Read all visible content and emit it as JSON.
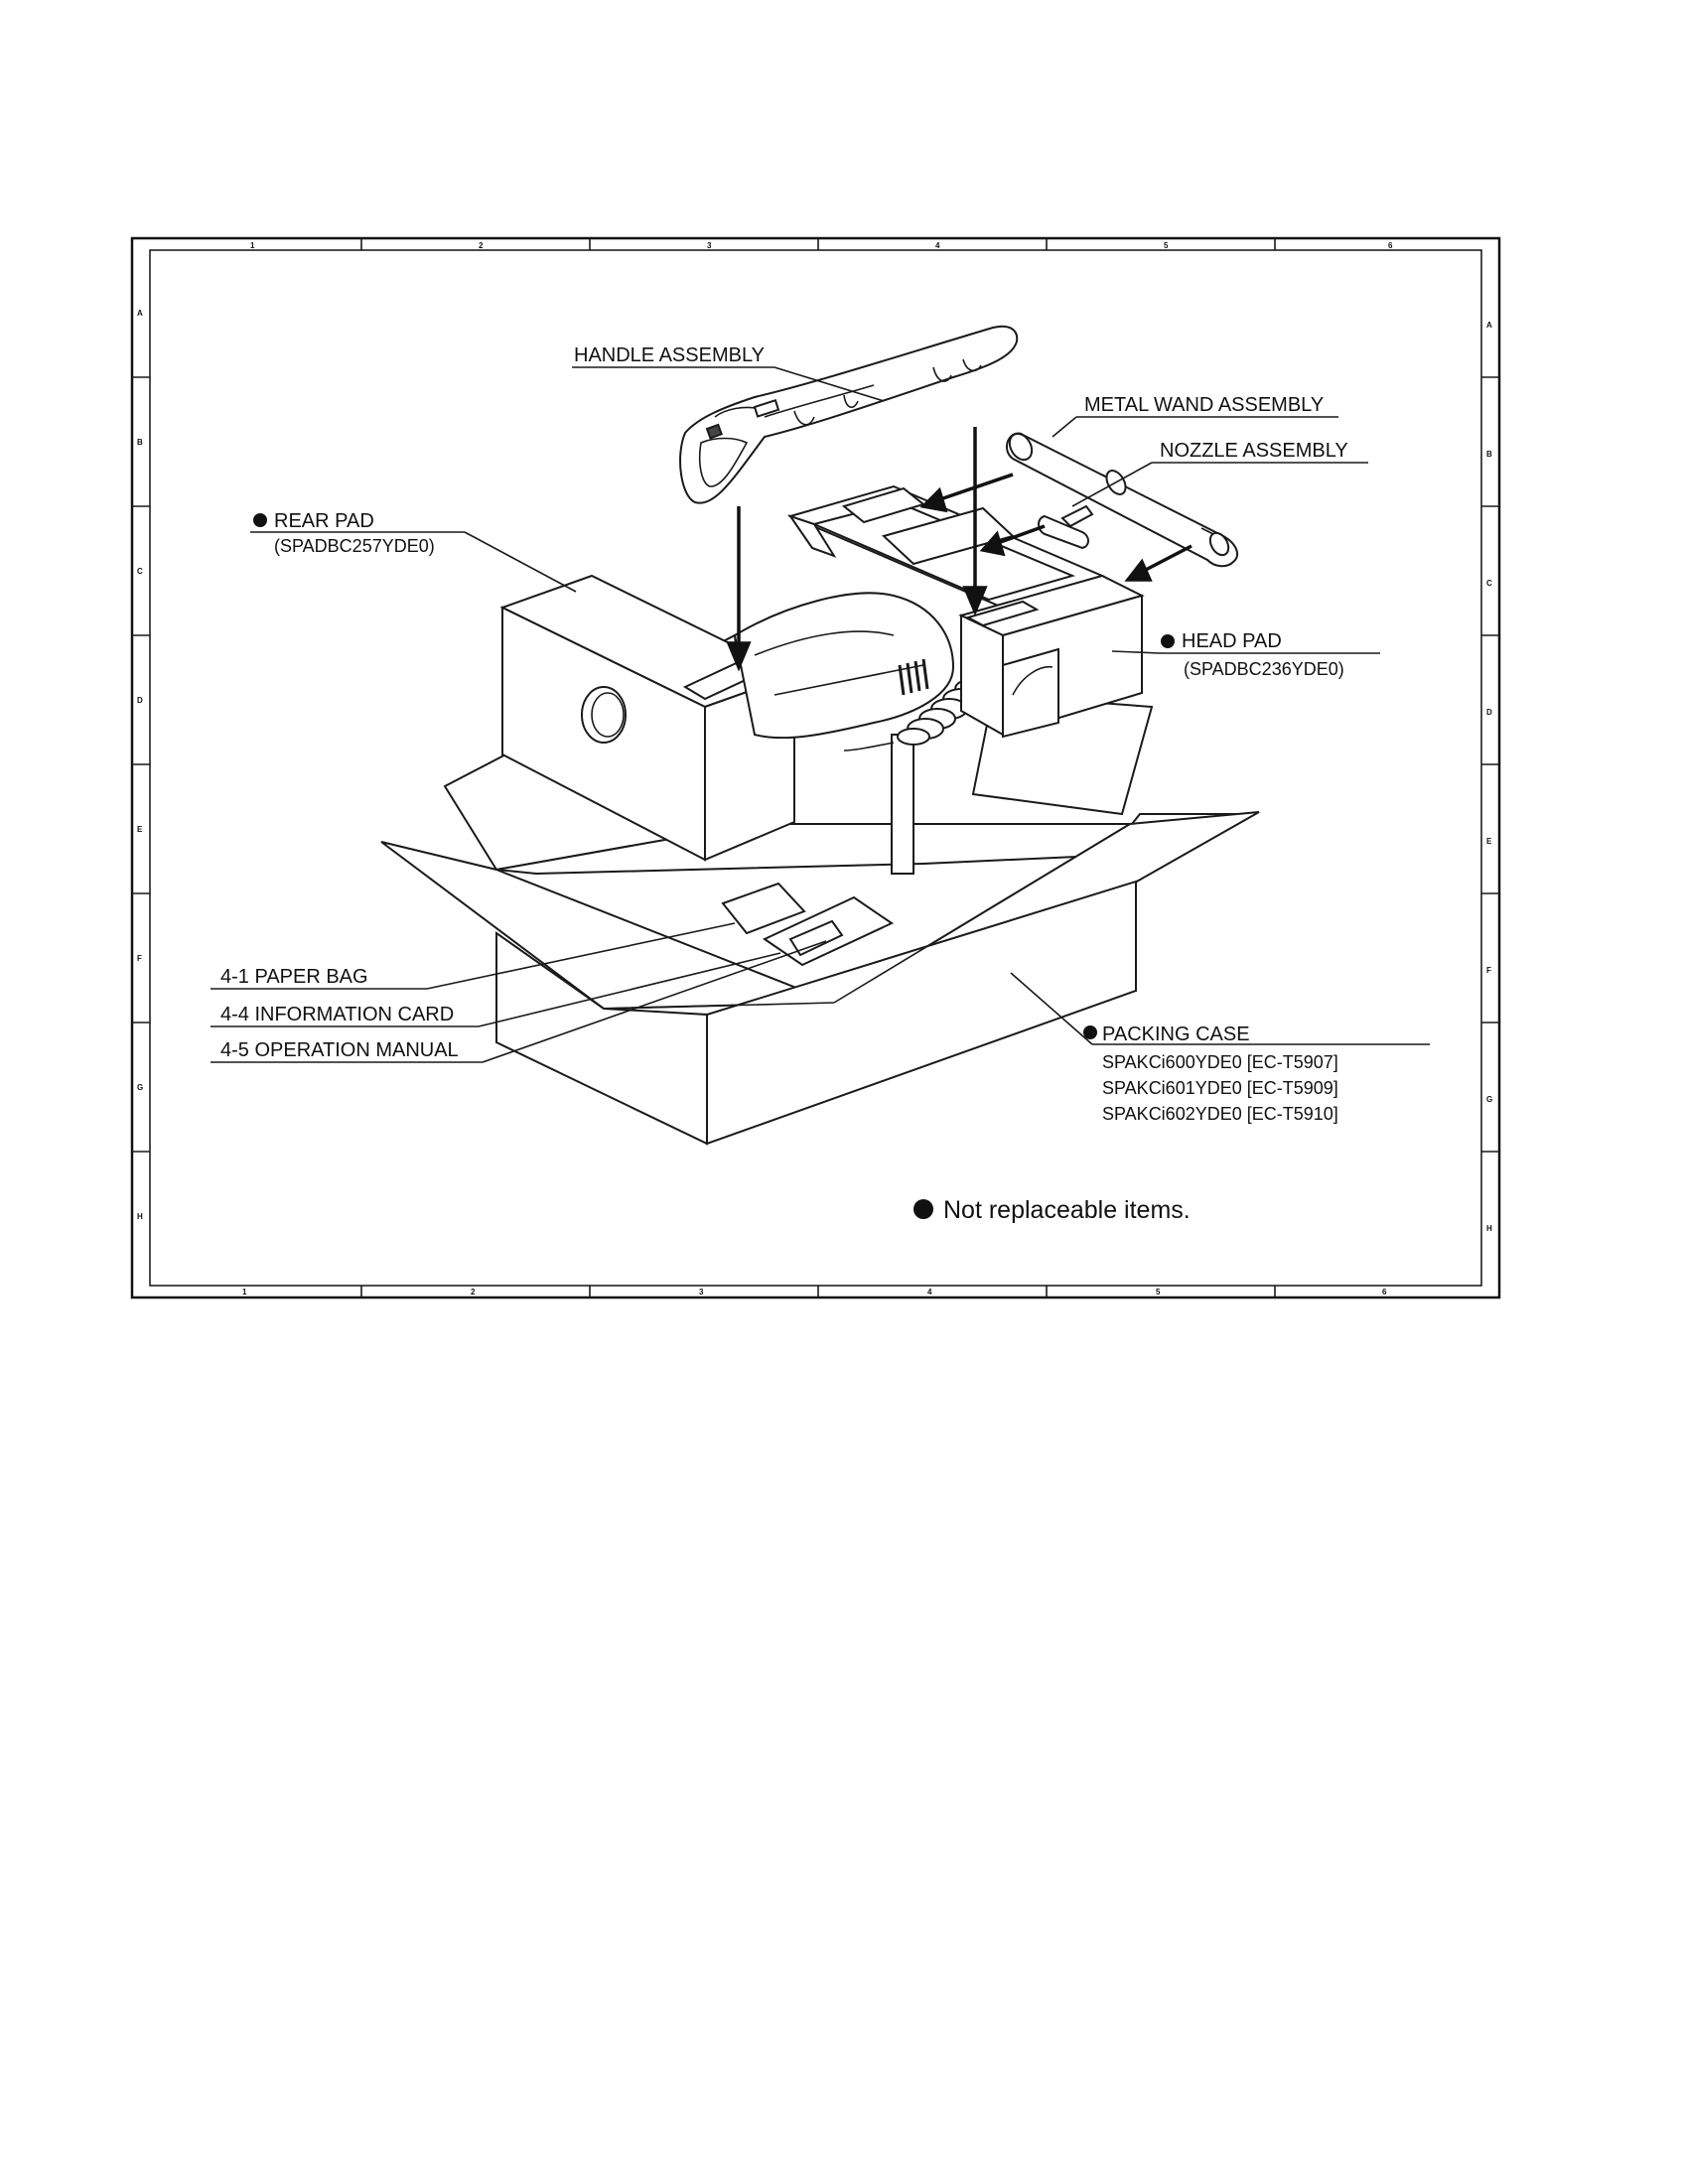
{
  "labels": {
    "handle_assembly": "HANDLE ASSEMBLY",
    "metal_wand_assembly": "METAL WAND ASSEMBLY",
    "nozzle_assembly": "NOZZLE ASSEMBLY",
    "rear_pad": "REAR PAD",
    "rear_pad_code": "(SPADBC257YDE0)",
    "head_pad": "HEAD PAD",
    "head_pad_code": "(SPADBC236YDE0)",
    "paper_bag": "4-1 PAPER BAG",
    "information_card": "4-4 INFORMATION CARD",
    "operation_manual": "4-5 OPERATION MANUAL",
    "packing_case": "PACKING CASE",
    "packing_case_codes": [
      "SPAKCi600YDE0 [EC-T5907]",
      "SPAKCi601YDE0 [EC-T5909]",
      "SPAKCi602YDE0 [EC-T5910]"
    ]
  },
  "legend": {
    "text": "Not replaceable items."
  },
  "frame": {
    "columns": [
      "1",
      "2",
      "3",
      "4",
      "5",
      "6"
    ],
    "rows": [
      "A",
      "B",
      "C",
      "D",
      "E",
      "F",
      "G",
      "H"
    ]
  }
}
